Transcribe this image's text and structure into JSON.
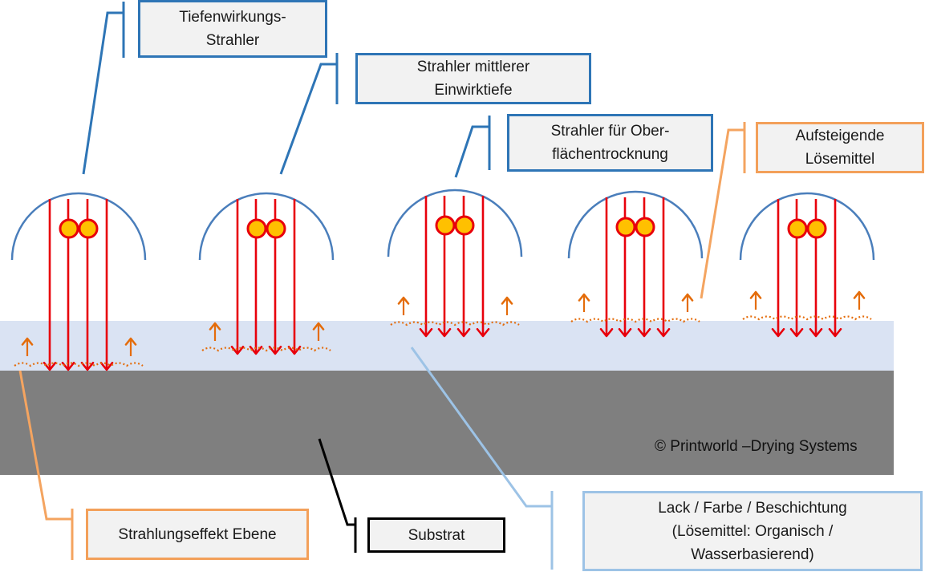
{
  "labels": {
    "deep": "Tiefenwirkungs-\nStrahler",
    "medium": "Strahler mittlerer\nEinwirktiefe",
    "surface": "Strahler für Ober-\nflächentrocknung",
    "solvents": "Aufsteigende\nLösemittel",
    "effect_plane": "Strahlungseffekt Ebene",
    "substrate": "Substrat",
    "coating": "Lack / Farbe / Beschichtung\n(Lösemittel: Organisch /\nWasserbasierend)"
  },
  "copyright": "© Printworld –Drying Systems",
  "colors": {
    "coating_layer": "#dae3f3",
    "substrate_layer": "#7f7f7f",
    "radiation_arrow": "#e8000b",
    "lamp_reflector": "#4a7ebb",
    "lamp_bulb_fill": "#ffc000",
    "solvent": "#e46c0a",
    "callout_blue": "#2e75b6",
    "callout_orange": "#f4a460",
    "callout_lightblue": "#9dc3e6"
  },
  "emitters": [
    {
      "type": "deep-penetration"
    },
    {
      "type": "medium-penetration"
    },
    {
      "type": "surface-drying"
    },
    {
      "type": "surface-drying"
    },
    {
      "type": "surface-drying"
    }
  ]
}
